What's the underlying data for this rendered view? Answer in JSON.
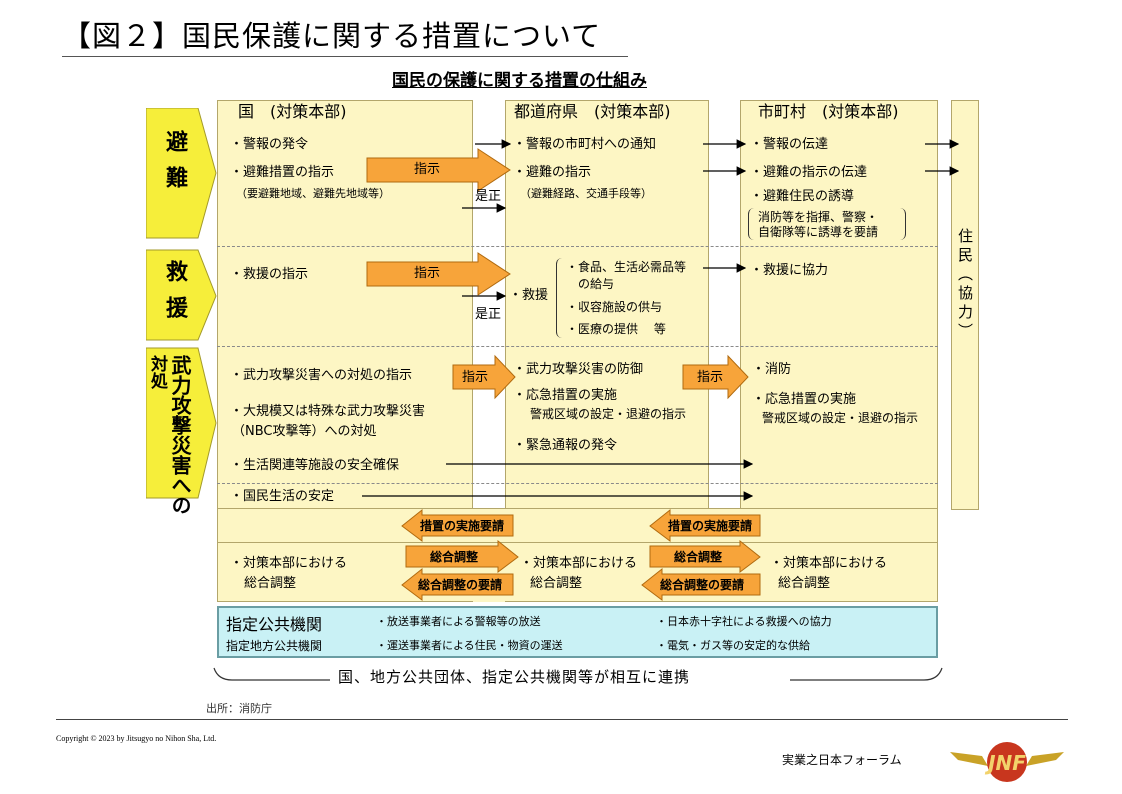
{
  "title": "【図２】国民保護に関する措置について",
  "diagram_title": "国民の保護に関する措置の仕組み",
  "columns": {
    "kuni": "国　(対策本部)",
    "todofuken": "都道府県　(対策本部)",
    "shichoson": "市町村　(対策本部)",
    "jumin": "住民（協力）"
  },
  "categories": {
    "hinan": "避難",
    "kyuen": "救援",
    "buryoku_main": "武力攻撃災害への",
    "buryoku_tail": "対処"
  },
  "hinan": {
    "kuni": [
      "・警報の発令",
      "・避難措置の指示",
      "（要避難地域、避難先地域等）"
    ],
    "pref": [
      "・警報の市町村への通知",
      "・避難の指示",
      "（避難経路、交通手段等）"
    ],
    "city": [
      "・警報の伝達",
      "・避難の指示の伝達",
      "・避難住民の誘導",
      "消防等を指揮、警察・",
      "自衛隊等に誘導を要請"
    ]
  },
  "kyuen": {
    "kuni": "・救援の指示",
    "pref_head": "・救援",
    "pref_items": [
      "・食品、生活必需品等",
      "の給与",
      "・収容施設の供与",
      "・医療の提供　 等"
    ],
    "city": "・救援に協力"
  },
  "buryoku": {
    "kuni": [
      "・武力攻撃災害への対処の指示",
      "・大規模又は特殊な武力攻撃災害",
      "（NBC攻撃等）への対処"
    ],
    "pref": [
      "・武力攻撃災害の防御",
      "・応急措置の実施",
      "警戒区域の設定・退避の指示",
      "・緊急通報の発令"
    ],
    "city": [
      "・消防",
      "・応急措置の実施",
      "警戒区域の設定・退避の指示"
    ]
  },
  "full_rows": [
    "・生活関連等施設の安全確保",
    "・国民生活の安定"
  ],
  "arrows": {
    "shiji": "指示",
    "zesei": "是正",
    "sochi_yousei": "措置の実施要請",
    "sougou_chousei": "総合調整",
    "sougou_chousei_yousei": "総合調整の要請"
  },
  "honbu": {
    "kuni": [
      "・対策本部における",
      "総合調整"
    ],
    "pref": [
      "・対策本部における",
      "総合調整"
    ],
    "city": [
      "・対策本部における",
      "総合調整"
    ]
  },
  "shitei": {
    "label1": "指定公共機関",
    "label2": "指定地方公共機関",
    "items": [
      "・放送事業者による警報等の放送",
      "・運送事業者による住民・物資の運送",
      "・日本赤十字社による救援への協力",
      "・電気・ガス等の安定的な供給"
    ]
  },
  "renkei": "国、地方公共団体、指定公共機関等が相互に連携",
  "source": "出所：消防庁",
  "copyright": "Copyright © 2023 by Jitsugyo no Nihon Sha, Ltd.",
  "forum": "実業之日本フォーラム",
  "logo_text": "JNF",
  "colors": {
    "column_bg": "#fdf6c4",
    "category_bg": "#f6ee3a",
    "arrow_orange": "#f7a43a",
    "shitei_bg": "#c9f1f5"
  }
}
